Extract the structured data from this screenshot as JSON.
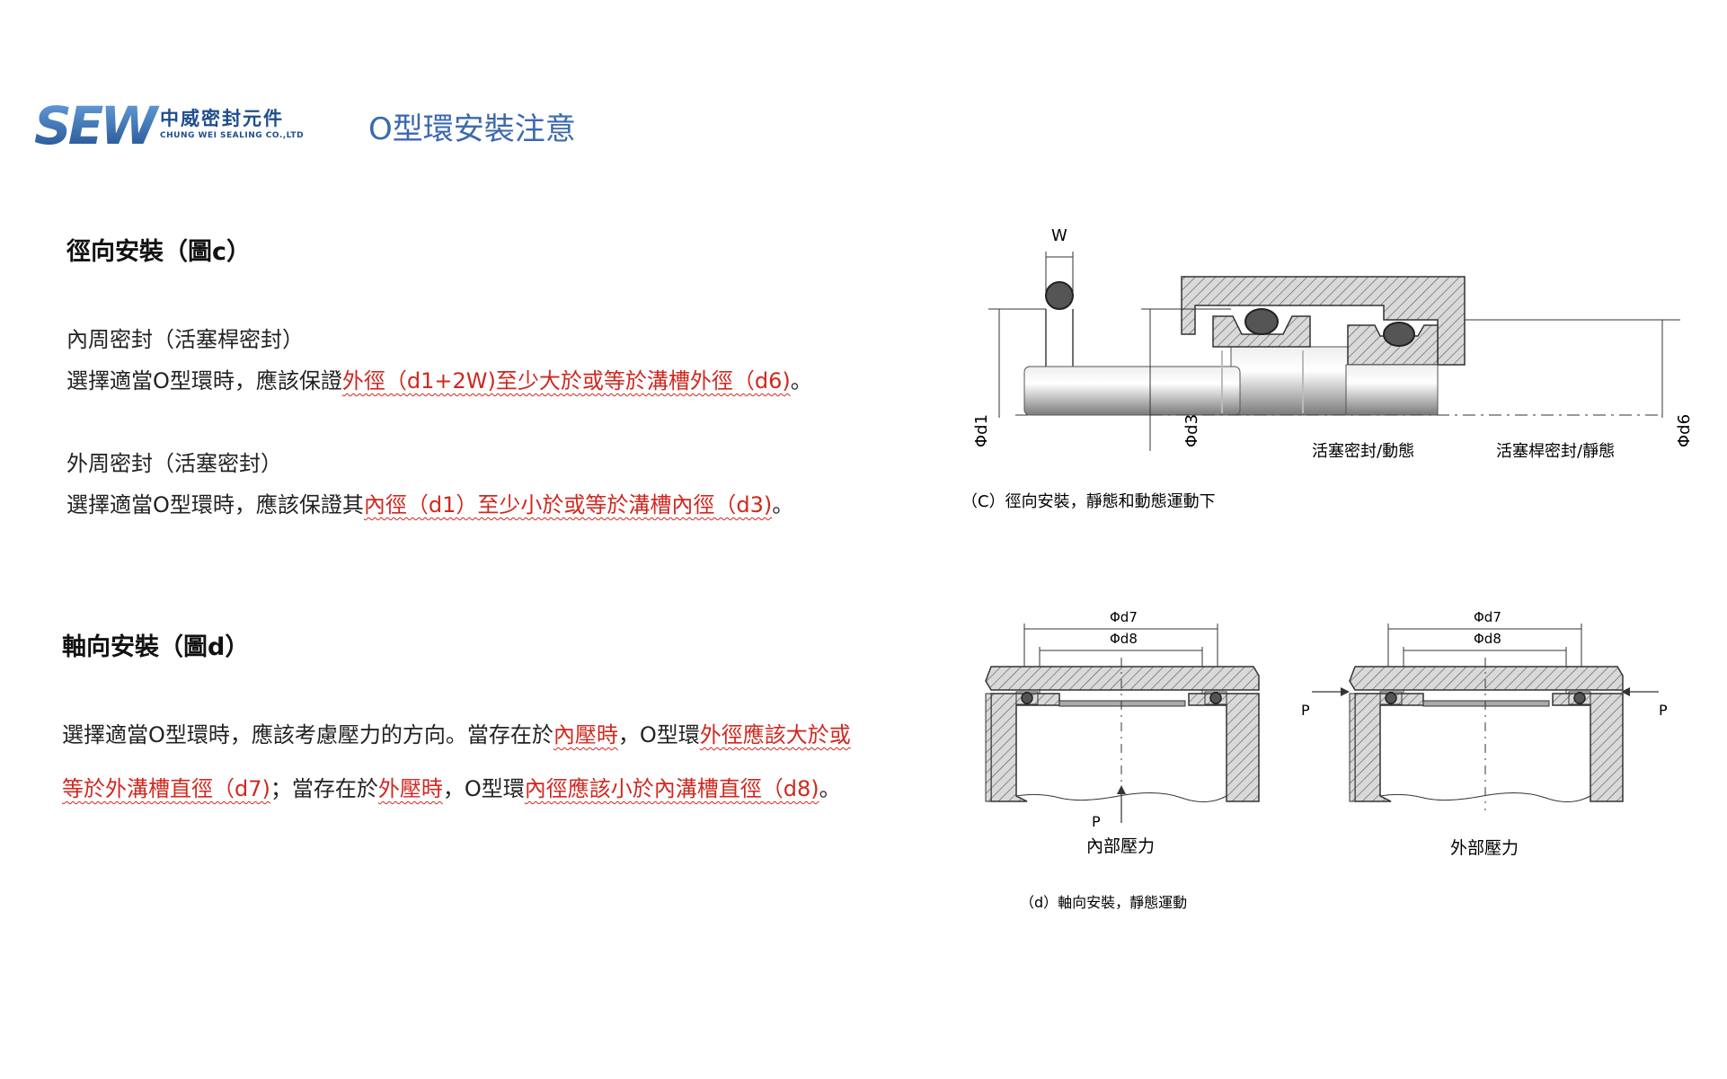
{
  "header": {
    "logo_mark": "SEW",
    "company_cn": "中威密封元件",
    "company_en": "CHUNG WEI SEALING CO.,LTD",
    "title": "O型環安裝注意"
  },
  "radial": {
    "heading": "徑向安裝（圖c）",
    "inner_title": "內周密封（活塞桿密封）",
    "inner_text_a": "選擇適當O型環時，應該保證",
    "inner_text_red": "外徑（d1+2W)至少大於或等於溝槽外徑（d6)",
    "inner_text_end": "。",
    "outer_title": "外周密封（活塞密封）",
    "outer_text_a": "選擇適當O型環時，應該保證其",
    "outer_text_red": "內徑（d1）至少小於或等於溝槽內徑（d3)",
    "outer_text_end": "。"
  },
  "axial": {
    "heading": "軸向安裝（圖d）",
    "l1_a": "選擇適當O型環時，應該考慮壓力的方向。當存在於",
    "l1_red1": "內壓時",
    "l1_b": "，O型環",
    "l1_red2": "外徑應該大於或",
    "l2_red1": "等於外溝槽直徑（d7)",
    "l2_a": "；當存在於",
    "l2_red2": "外壓時",
    "l2_b": "，O型環",
    "l2_red3": "內徑應該小於內溝槽直徑（d8)",
    "l2_end": "。"
  },
  "figure_c": {
    "w_label": "W",
    "d1": "Φd1",
    "d3": "Φd3",
    "d6": "Φd6",
    "piston_label": "活塞密封/動態",
    "rod_label": "活塞桿密封/靜態",
    "caption": "（C）徑向安裝，靜態和動態運動下"
  },
  "figure_d": {
    "d7": "Φd7",
    "d8": "Φd8",
    "p": "P",
    "internal_label": "內部壓力",
    "external_label": "外部壓力",
    "caption": "（d）軸向安裝，靜態運動"
  },
  "colors": {
    "brand_blue": "#1f4e8c",
    "title_blue": "#3c68b0",
    "highlight_red": "#d0281f"
  }
}
